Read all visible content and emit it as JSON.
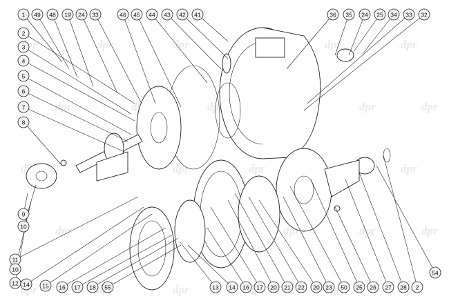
{
  "watermark": {
    "text": "dpr"
  },
  "callouts": {
    "top_row": [
      "1",
      "49",
      "48",
      "19",
      "24",
      "33",
      "46",
      "45",
      "44",
      "43",
      "42",
      "41",
      "36",
      "35",
      "24",
      "25",
      "34",
      "33",
      "32"
    ],
    "left_column": [
      "2",
      "3",
      "4",
      "5",
      "6",
      "7",
      "8",
      "9",
      "10"
    ],
    "bottom_left": [
      "11",
      "10",
      "12",
      "14",
      "15",
      "16",
      "17",
      "18",
      "55"
    ],
    "bottom_right": [
      "13",
      "14",
      "16",
      "17",
      "20",
      "21",
      "22",
      "20",
      "23",
      "50",
      "25",
      "26",
      "27",
      "28",
      "2"
    ],
    "right_side": [
      "54"
    ]
  }
}
